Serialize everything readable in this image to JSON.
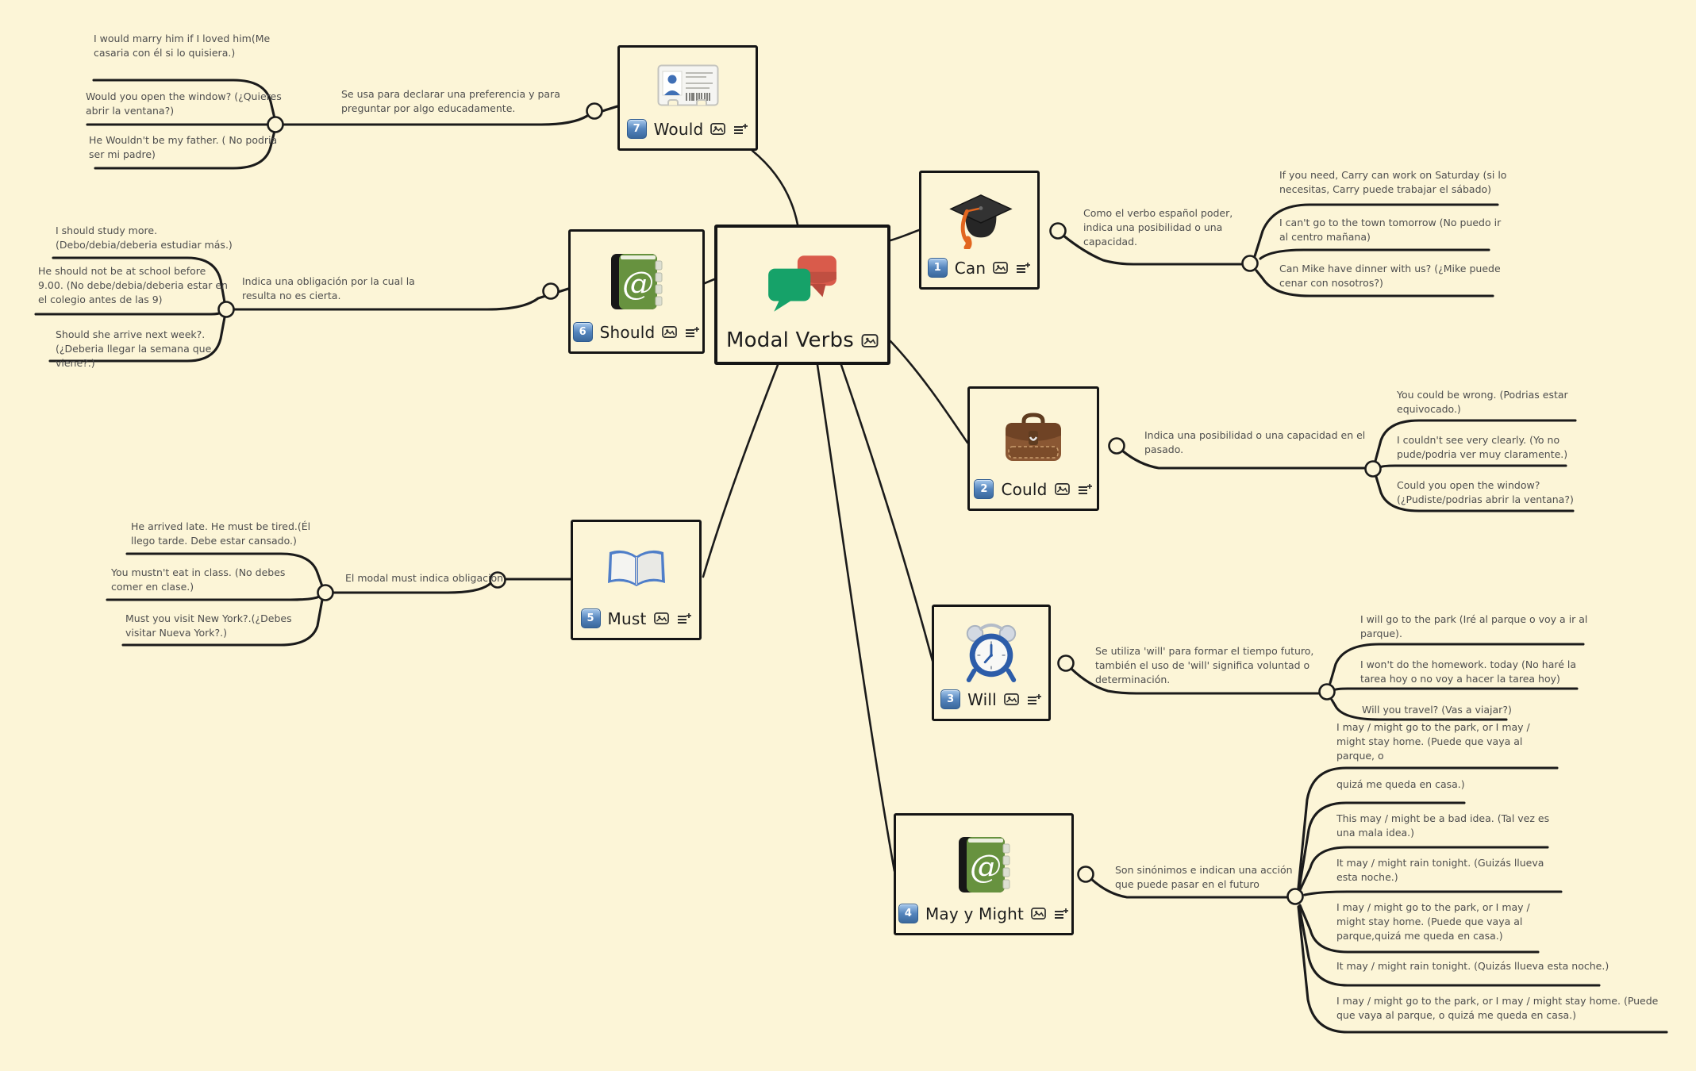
{
  "canvas": {
    "background": "#fcf5d7",
    "line_color": "#1b1b1b"
  },
  "colors": {
    "badge_blue": "#4a7cb5",
    "bubble_green": "#16a269",
    "bubble_red": "#d95b4b",
    "book_green": "#67923f",
    "briefcase_brown": "#8a5733",
    "clock_blue": "#2d5da9",
    "tassel_orange": "#e2661f"
  },
  "central": {
    "label": "Modal Verbs",
    "icon": "speech-bubbles",
    "attachment_icons": [
      "picture"
    ]
  },
  "branches": [
    {
      "key": "can",
      "number": "1",
      "label": "Can",
      "icon": "graduation-cap",
      "attachment_icons": [
        "picture",
        "notes"
      ],
      "description": "Como el verbo español poder, indica una posibilidad o una capacidad.",
      "examples": [
        "If you need, Carry can work on Saturday (si lo necesitas, Carry puede trabajar el sábado)",
        "I can't go to the town tomorrow (No puedo ir al centro mañana)",
        "Can Mike have dinner with us? (¿Mike puede cenar con nosotros?)"
      ]
    },
    {
      "key": "could",
      "number": "2",
      "label": "Could",
      "icon": "briefcase",
      "attachment_icons": [
        "picture",
        "notes"
      ],
      "description": "Indica una posibilidad o una capacidad en el pasado.",
      "examples": [
        "You could be wrong. (Podrias estar equivocado.)",
        "I couldn't see very clearly. (Yo no pude/podria ver muy claramente.)",
        "Could you open the window? (¿Pudiste/podrias abrir la ventana?)"
      ]
    },
    {
      "key": "will",
      "number": "3",
      "label": "Will",
      "icon": "alarm-clock",
      "attachment_icons": [
        "picture",
        "notes"
      ],
      "description": "Se utiliza 'will' para formar el tiempo futuro, también el uso de 'will' significa voluntad o determinación.",
      "examples": [
        "I will go to the park (Iré al parque o voy a ir al parque).",
        "I won't do the homework. today (No haré la tarea hoy o no voy a hacer la tarea hoy)",
        "Will you travel? (Vas a viajar?)"
      ]
    },
    {
      "key": "may_y_might",
      "number": "4",
      "label": "May y Might",
      "icon": "address-book",
      "attachment_icons": [
        "picture",
        "notes"
      ],
      "description": "Son sinónimos e indican una acción que puede pasar en el futuro",
      "examples": [
        "I may / might go to the park, or I may / might stay home. (Puede que vaya al parque, o",
        "quizá me queda en casa.)",
        "This may / might be a bad idea. (Tal vez es una mala idea.)",
        "It may / might rain tonight. (Guizás llueva esta noche.)",
        "I may / might go to the park, or I may / might stay home. (Puede que vaya al parque,quizá me queda en casa.)",
        "It may / might rain tonight. (Quizás llueva esta noche.)",
        "I may / might go to the park, or I may / might stay home. (Puede que vaya al parque, o quizá me queda en casa.)"
      ]
    },
    {
      "key": "must",
      "number": "5",
      "label": "Must",
      "icon": "open-book",
      "attachment_icons": [
        "picture",
        "notes"
      ],
      "description": "El modal must indica obligación",
      "examples": [
        "He arrived late. He must be tired.(Él llego tarde. Debe estar cansado.)",
        "You mustn't eat in class. (No debes comer en clase.)",
        "Must you  visit New York?.(¿Debes visitar Nueva York?.)"
      ]
    },
    {
      "key": "should",
      "number": "6",
      "label": "Should",
      "icon": "address-book",
      "attachment_icons": [
        "picture",
        "notes"
      ],
      "description": "Indica una obligación por la cual la resulta no es cierta.",
      "examples": [
        "I should study more.(Debo/debia/deberia estudiar más.)",
        "He should not be at school before 9.00. (No debe/debia/deberia estar en el colegio antes de las 9)",
        "Should she arrive next week?. (¿Deberia llegar la semana que viene?.)"
      ]
    },
    {
      "key": "would",
      "number": "7",
      "label": "Would",
      "icon": "id-card",
      "attachment_icons": [
        "picture",
        "notes"
      ],
      "description": "Se usa para declarar una preferencia y para preguntar por algo educadamente.",
      "examples": [
        "I would marry him if I loved him(Me casaria con él si lo quisiera.)",
        "Would you open the window? (¿Quieres abrir la ventana?)",
        "He Wouldn't be my father. ( No podria ser mi padre)"
      ]
    }
  ]
}
